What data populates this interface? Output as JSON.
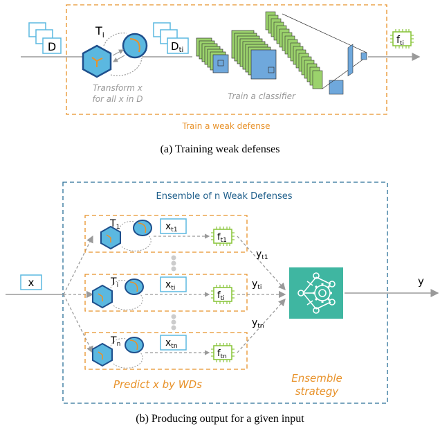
{
  "top": {
    "input_label": "D",
    "transform_label": "T",
    "transform_sub": "i",
    "dataset_label": "D",
    "dataset_sub": "ti",
    "transform_caption": [
      "Transform x",
      "for all x in D"
    ],
    "classifier_caption": "Train a classifier",
    "output_label": "f",
    "output_sub": "ti",
    "box_caption": "Train a weak defense",
    "figure_caption": "(a) Training weak defenses"
  },
  "bottom": {
    "ensemble_title": "Ensemble of n Weak Defenses",
    "input_label": "x",
    "rows": [
      {
        "t": "T",
        "t_sub": "1",
        "x": "x",
        "x_sub": "t1",
        "f": "f",
        "f_sub": "t1",
        "y": "y",
        "y_sub": "t1"
      },
      {
        "t": "T",
        "t_sub": "i",
        "x": "x",
        "x_sub": "ti",
        "f": "f",
        "f_sub": "ti",
        "y": "y",
        "y_sub": "ti"
      },
      {
        "t": "T",
        "t_sub": "n",
        "x": "x",
        "x_sub": "tn",
        "f": "f",
        "f_sub": "tn",
        "y": "y",
        "y_sub": "tn"
      }
    ],
    "predict_caption": "Predict x by WDs",
    "strategy_caption": [
      "Ensemble",
      "strategy"
    ],
    "output_label": "y",
    "figure_caption": "(b) Producing output for a given input"
  },
  "colors": {
    "orange": "#E8922A",
    "blue_dashed": "#2A6F97",
    "ensemble_title": "#1F5F8B",
    "light_blue": "#5BB8E0",
    "green": "#8CC63F",
    "navy": "#1E4F8C",
    "teal": "#3FB6A1",
    "gray": "#999999"
  },
  "icons": {
    "dataset": "stacked-pages-icon",
    "transform": "hexagon-circle-icon",
    "model": "chip-icon",
    "ensemble": "neural-network-gear-icon"
  }
}
